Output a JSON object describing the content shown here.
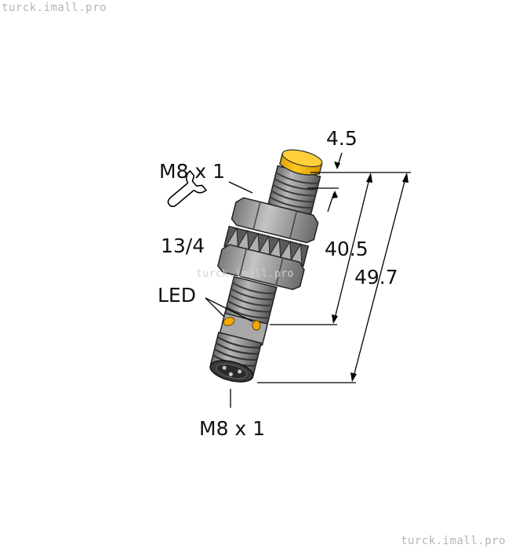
{
  "watermark": {
    "top": "turck.imall.pro",
    "middle": "turck.imall.pro",
    "bottom": "turck.imall.pro"
  },
  "labels": {
    "thread_top": "M8 x 1",
    "wrench_size": "13/4",
    "led": "LED",
    "thread_bottom": "M8 x 1",
    "dim_face": "4.5",
    "dim_mid": "40.5",
    "dim_total": "49.7"
  },
  "colors": {
    "sensor_face": "#f5b800",
    "led": "#f5a800",
    "body": "#9a9a9a",
    "body_dark": "#4a4a4a",
    "lines": "#000000"
  },
  "icons": {
    "wrench": "wrench-icon"
  }
}
